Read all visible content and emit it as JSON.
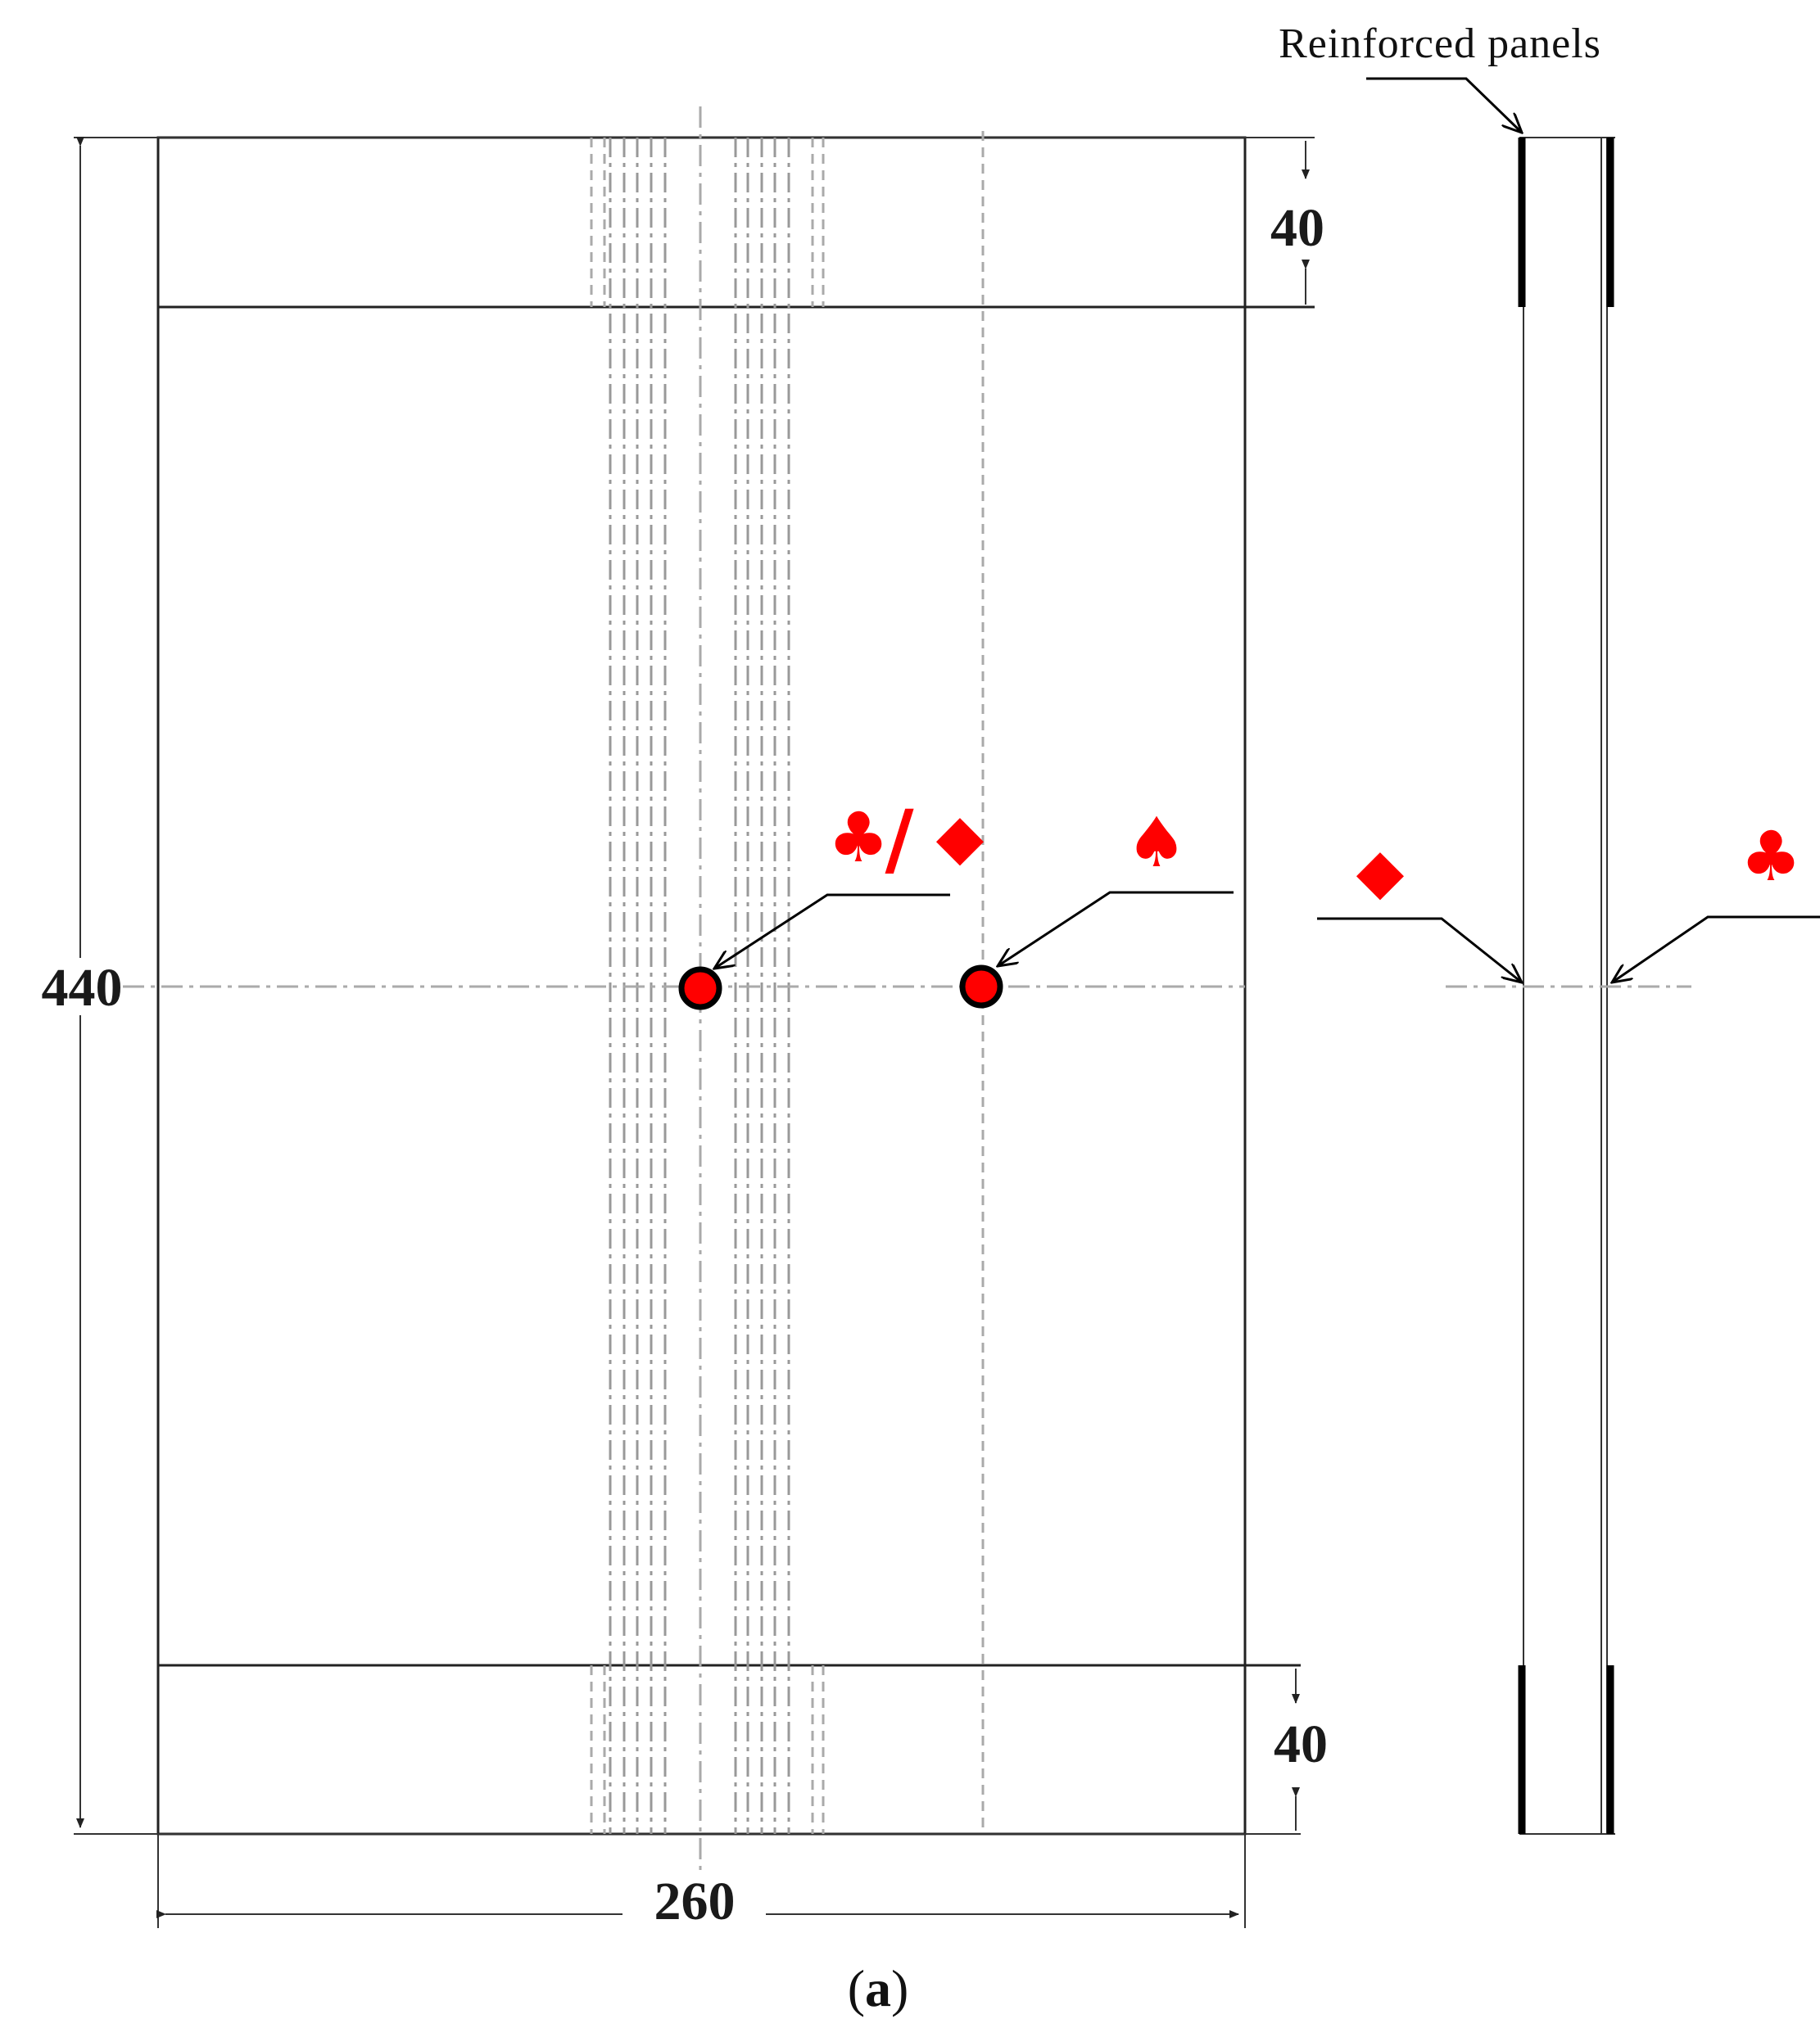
{
  "figure": {
    "dimensions": {
      "height": "440",
      "width": "260",
      "tab_top": "40",
      "tab_bottom": "40"
    },
    "side_view_label": "Reinforced panels",
    "caption": {
      "open": "(",
      "letter": "a",
      "close": ")"
    },
    "markers": {
      "combo_club": "♣",
      "combo_slash": "/",
      "combo_diamond": "◆",
      "spade": "♠",
      "side_diamond": "◆",
      "side_club": "♣"
    },
    "colors": {
      "marker": "#ff0000",
      "lines": "#222222",
      "centerlines": "#aaaaaa"
    }
  }
}
